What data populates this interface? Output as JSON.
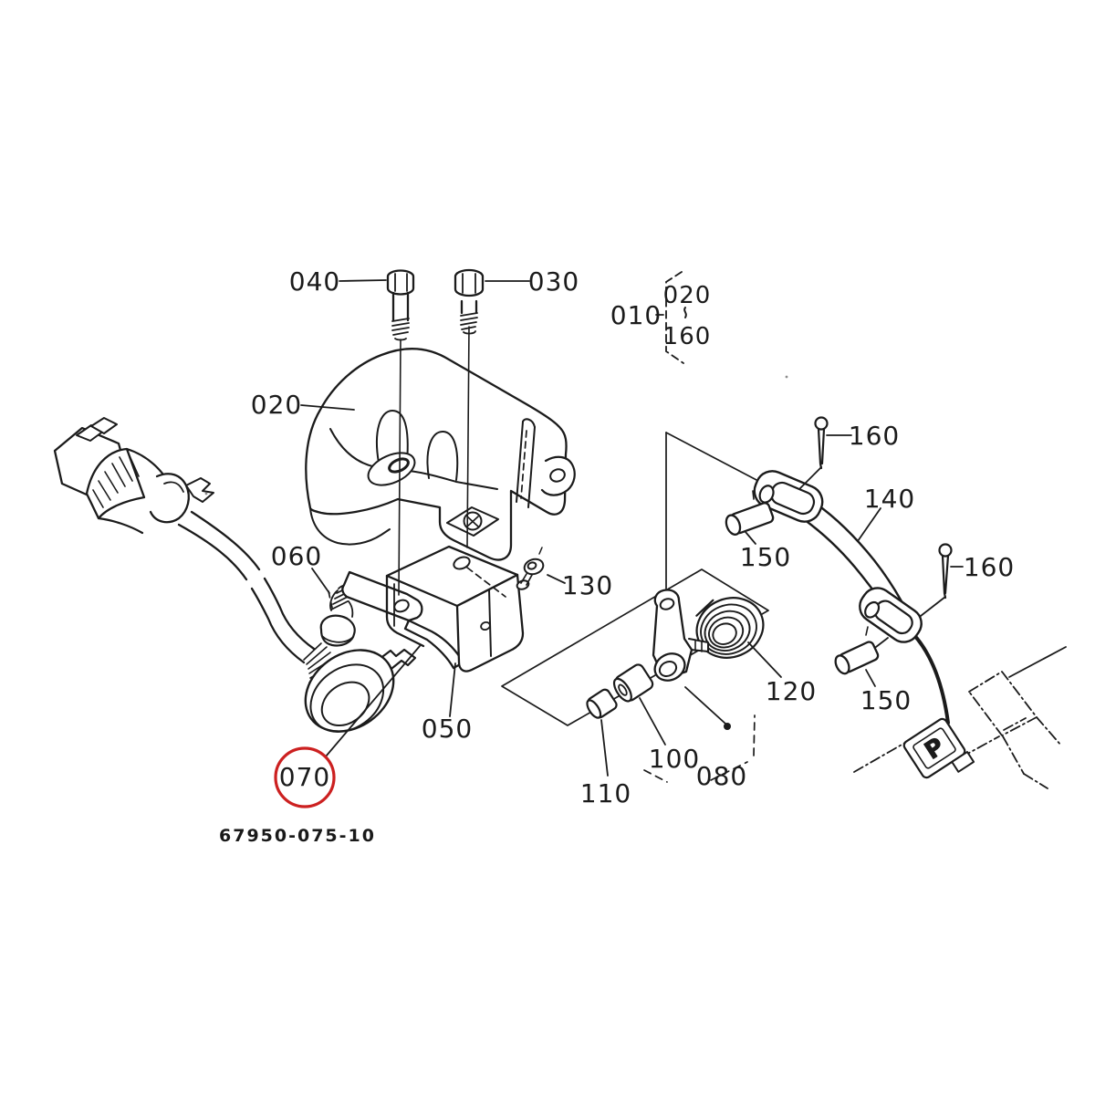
{
  "diagram": {
    "type": "exploded-parts-diagram",
    "drawing_number": "67950-075-10",
    "background": "#ffffff",
    "line_color": "#1b1b1b",
    "highlight": {
      "circled_part": "070",
      "color": "#cc2020"
    },
    "callouts": {
      "c010": "010",
      "c010_range_top": "020",
      "c010_range_bottom": "160",
      "c020": "020",
      "c030": "030",
      "c040": "040",
      "c050": "050",
      "c060": "060",
      "c070": "070",
      "c080": "080",
      "c100": "100",
      "c110": "110",
      "c120": "120",
      "c130": "130",
      "c140": "140",
      "c150_upper": "150",
      "c150_lower": "150",
      "c160_upper": "160",
      "c160_right": "160",
      "p_marker": "P"
    }
  }
}
